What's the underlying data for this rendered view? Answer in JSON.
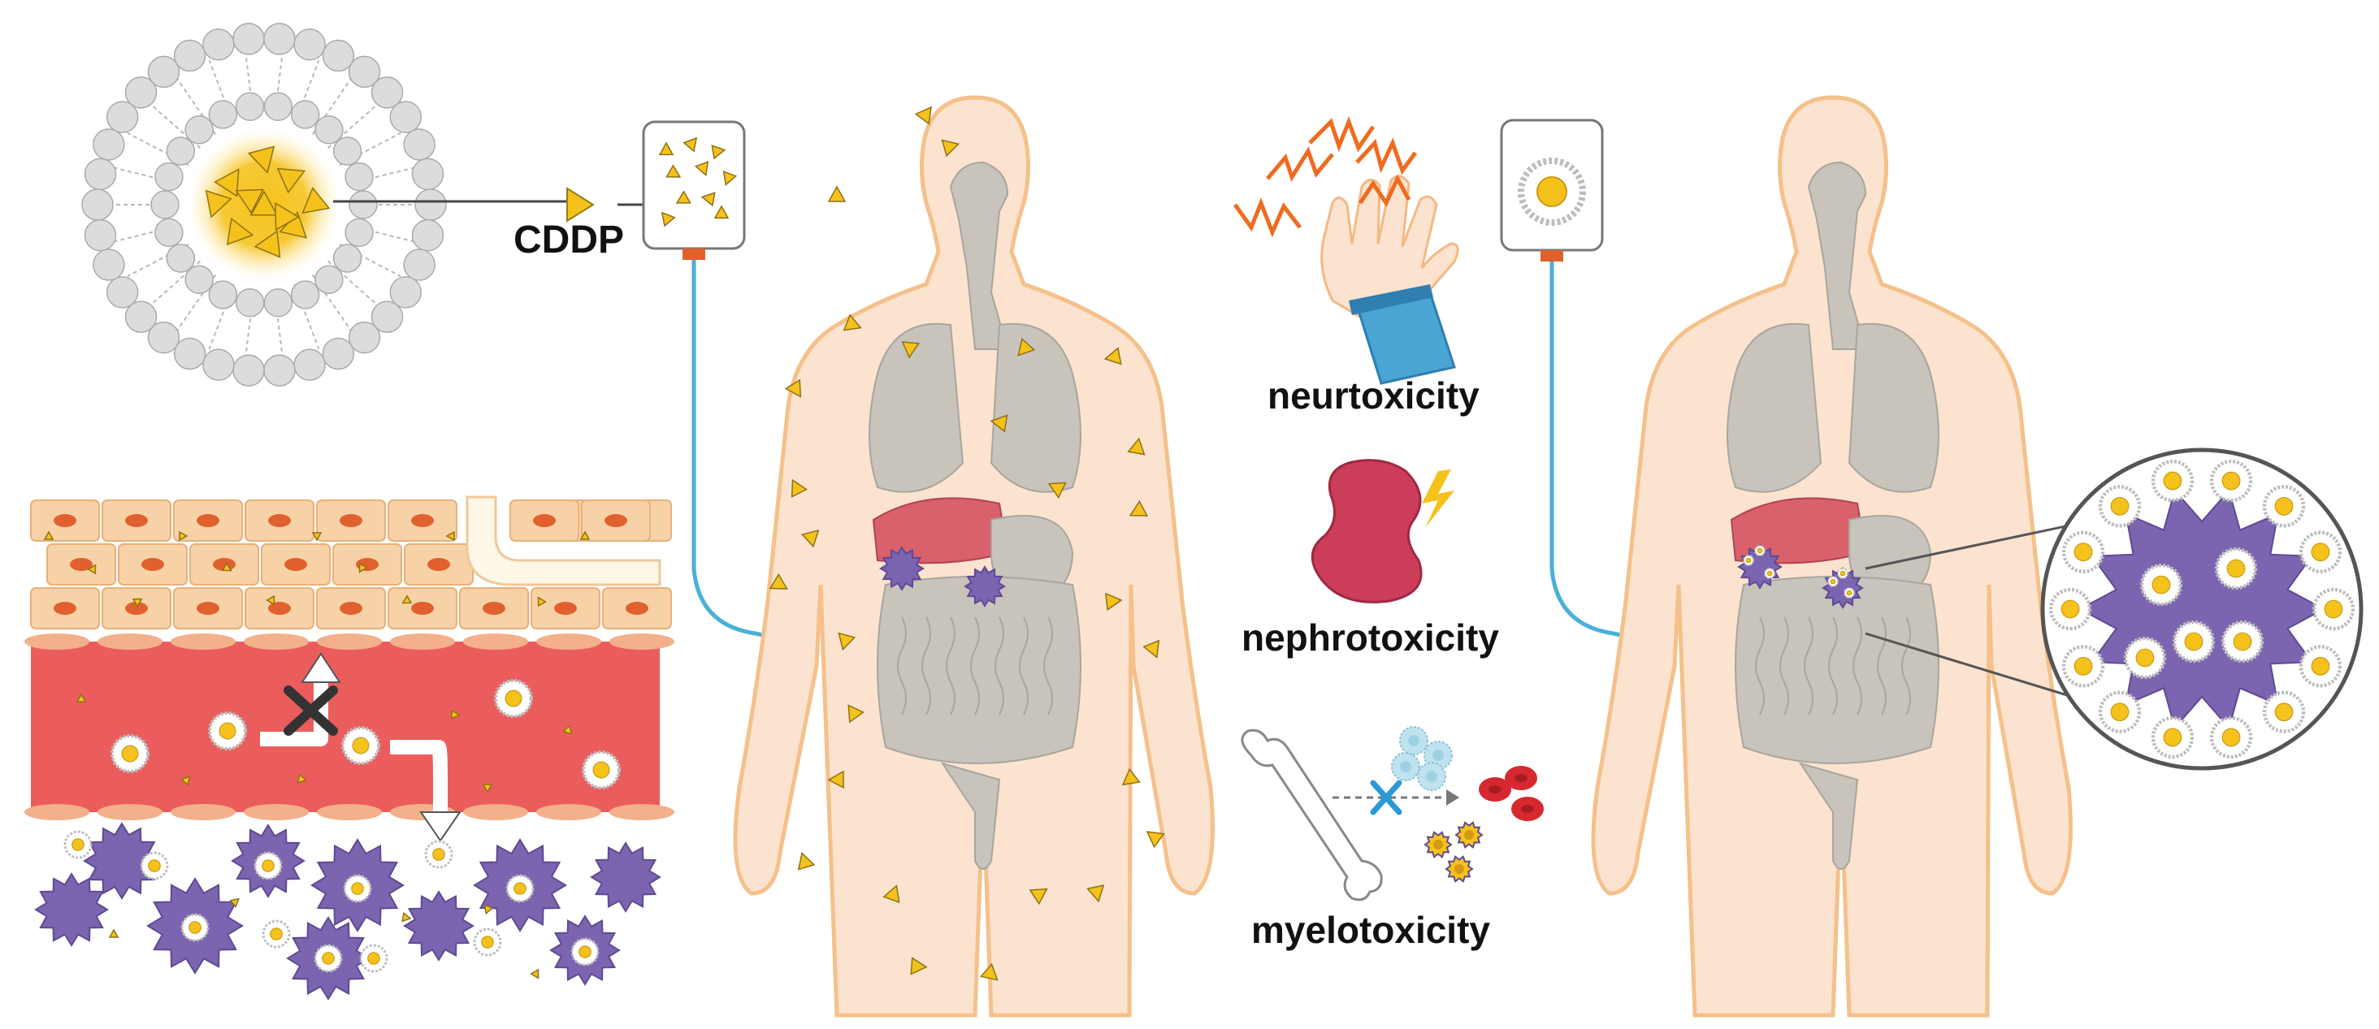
{
  "labels": {
    "drug": "CDDP",
    "neuro": "neurtoxicity",
    "nephro": "nephrotoxicity",
    "myelo": "myelotoxicity"
  },
  "icons": {
    "nanoparticle": "liposome-icon",
    "iv_bag_free": "iv-bag-icon",
    "iv_bag_nano": "iv-bag-nanoparticle-icon",
    "body_free": "human-body-icon",
    "body_nano": "human-body-icon",
    "hand": "hand-icon",
    "kidney": "kidney-icon",
    "bone": "bone-icon",
    "zoom": "tumor-zoom-icon"
  },
  "colors": {
    "body_fill": "#fbe3cf",
    "body_stroke": "#f5c08a",
    "organ_gray": "#c8c4bc",
    "liver": "#d9616c",
    "tumor": "#7b64b0",
    "drug_yellow": "#f5c21c",
    "vessel_red": "#eb5d5d",
    "tissue_cells": "#f8d2a7",
    "iv_line": "#4ab0d9",
    "kidney_red": "#cc3d5a",
    "lightning_orange": "#ef6b1f"
  }
}
